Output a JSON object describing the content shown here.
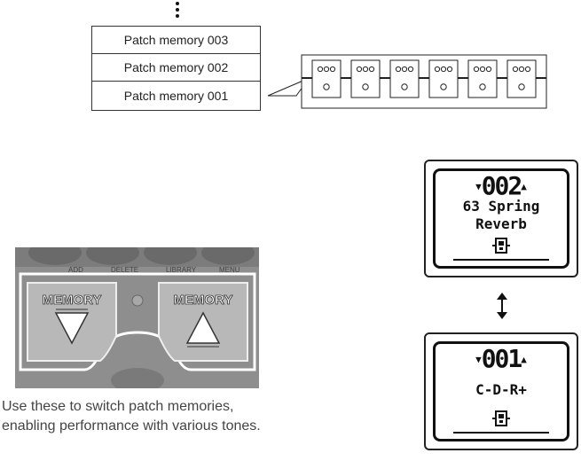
{
  "patch_list": {
    "items": [
      "Patch memory 003",
      "Patch memory 002",
      "Patch memory 001"
    ]
  },
  "pedal": {
    "left_button": "MEMORY",
    "right_button": "MEMORY",
    "top_labels": [
      "ADD",
      "DELETE",
      "LIBRARY",
      "MENU"
    ]
  },
  "caption": "Use these to switch patch memories, enabling performance with various tones.",
  "lcd_top": {
    "number": "002",
    "name_line1": "63 Spring",
    "name_line2": "Reverb"
  },
  "lcd_bottom": {
    "number": "001",
    "name_line1": "C-D-R+",
    "name_line2": ""
  },
  "colors": {
    "line": "#222222",
    "photo_bg": "#9a9a9a"
  }
}
